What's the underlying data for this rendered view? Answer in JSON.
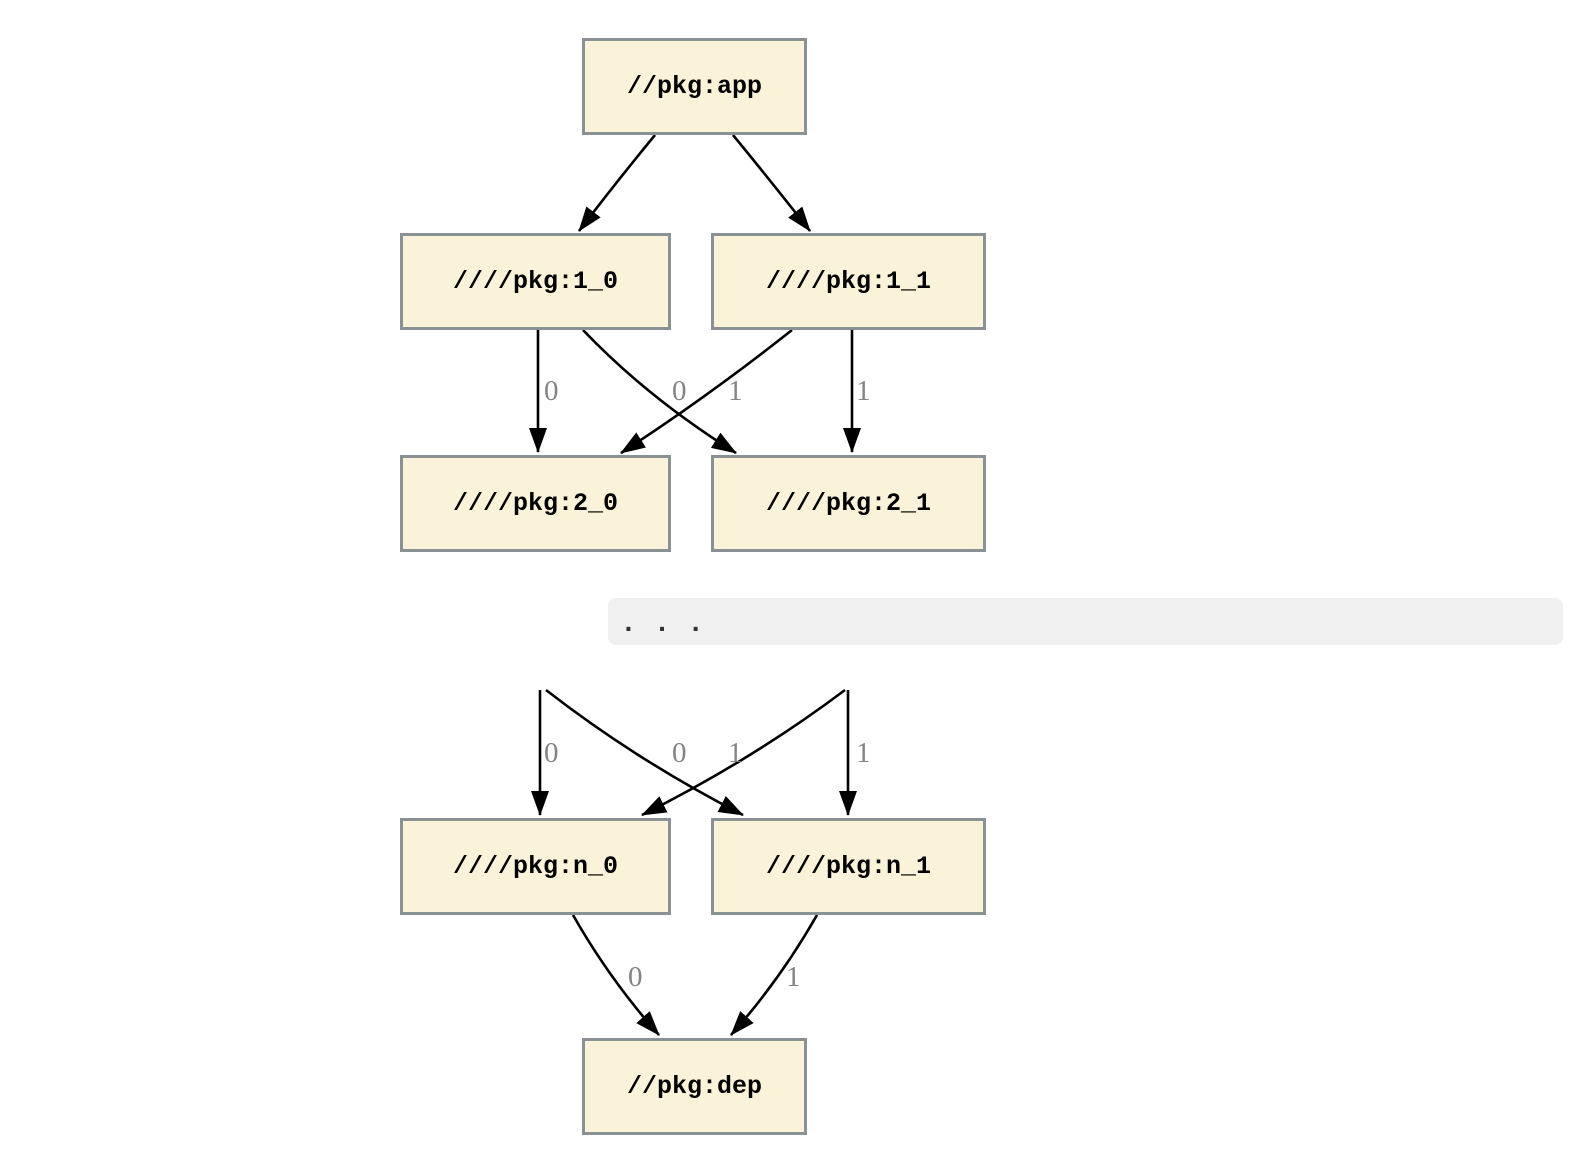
{
  "graph": {
    "nodes": {
      "app": "//pkg:app",
      "n1_0": "////pkg:1_0",
      "n1_1": "////pkg:1_1",
      "n2_0": "////pkg:2_0",
      "n2_1": "////pkg:2_1",
      "nn_0": "////pkg:n_0",
      "nn_1": "////pkg:n_1",
      "dep": "//pkg:dep"
    },
    "ellipsis": ". . .",
    "edge_labels": {
      "l1_to_l2": [
        "0",
        "0",
        "1",
        "1"
      ],
      "dots_to_ln": [
        "0",
        "0",
        "1",
        "1"
      ],
      "ln_to_dep": [
        "0",
        "1"
      ]
    },
    "colors": {
      "node_fill": "#faf3da",
      "node_border": "#8a9194",
      "edge": "#000000",
      "edge_label": "#848484",
      "band_fill": "#f0f0f0",
      "node_text": "#000000"
    }
  }
}
